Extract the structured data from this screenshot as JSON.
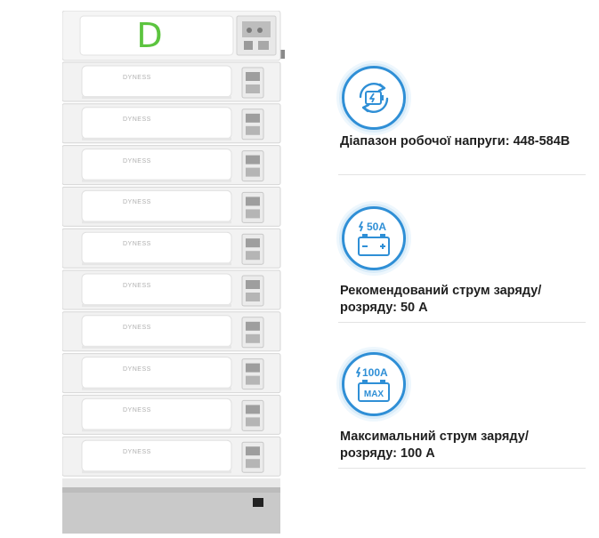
{
  "product": {
    "logo_letter": "D",
    "module_brand": "DYNESS",
    "module_count": 10
  },
  "specs": [
    {
      "icon": "battery-cycle-icon",
      "badge": "",
      "text": "Діапазон робочої напруги: 448-584В"
    },
    {
      "icon": "battery-terminals-icon",
      "badge": "50A",
      "text": "Рекомендований струм заряду/розряду: 50 А"
    },
    {
      "icon": "battery-max-icon",
      "badge": "100A",
      "label": "MAX",
      "text": "Максимальний струм заряду/розряду: 100 А"
    }
  ],
  "colors": {
    "accent_blue": "#2f8fd6",
    "logo_green": "#5cc43f",
    "module_white": "#f4f4f4",
    "base_grey": "#c9c9c9"
  }
}
